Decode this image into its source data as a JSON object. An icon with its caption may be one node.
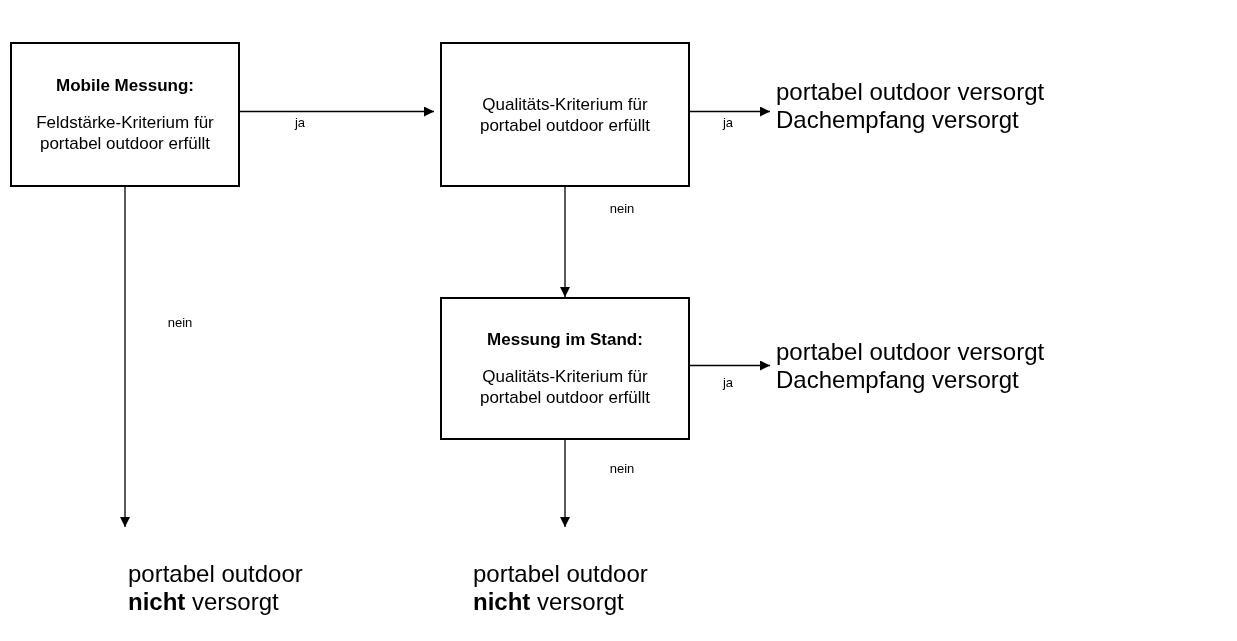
{
  "diagram": {
    "nodes": [
      {
        "text": [
          "Mobile Messung:",
          "Feldstärke-Kriterium für portabel outdoor erfüllt"
        ]
      },
      {
        "text": [
          "Qualitäts-Kriterium für portabel outdoor erfüllt"
        ]
      },
      {
        "text": [
          "portabel outdoor versorgt",
          "Dachempfang versorgt"
        ]
      },
      {
        "text": [
          "Messung im Stand:",
          "Qualitäts-Kriterium für portabel outdoor erfüllt"
        ]
      },
      {
        "text": [
          "portabel outdoor versorgt",
          "Dachempfang versorgt"
        ]
      },
      {
        "text": [
          "portabel outdoor **nicht** versorgt"
        ]
      },
      {
        "text": [
          "portabel outdoor **nicht** versorgt"
        ]
      }
    ],
    "edges": [
      {
        "from": 0,
        "to": 1,
        "arrow": "to",
        "label": "ja"
      },
      {
        "from": 1,
        "to": 2,
        "arrow": "to",
        "label": "ja"
      },
      {
        "from": 0,
        "to": 5,
        "arrow": "to",
        "label": "nein"
      },
      {
        "from": 1,
        "to": 3,
        "arrow": "to",
        "label": "nein"
      },
      {
        "from": 3,
        "to": 4,
        "arrow": "to",
        "label": "ja"
      },
      {
        "from": 3,
        "to": 6,
        "arrow": "to",
        "label": "nein"
      }
    ]
  }
}
